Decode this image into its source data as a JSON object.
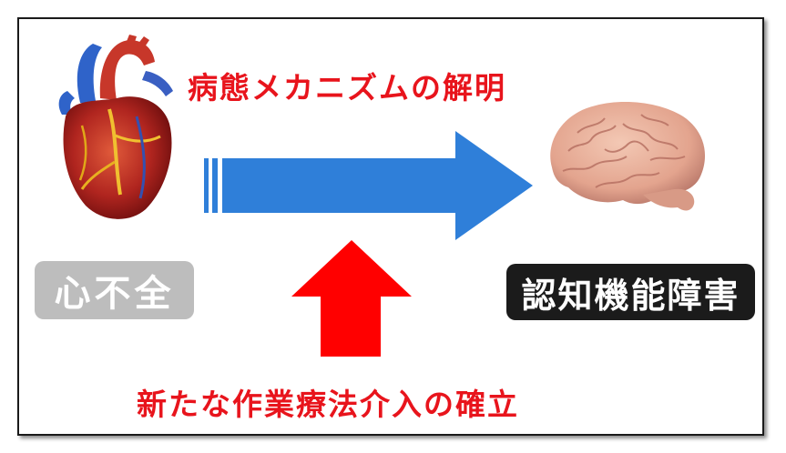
{
  "diagram": {
    "mechanism_text": "病態メカニズムの解明",
    "intervention_text": "新たな作業療法介入の確立",
    "source_label": "心不全",
    "target_label": "認知機能障害",
    "colors": {
      "heading_red": "#e8141c",
      "blue_arrow": "#2f7fd9",
      "red_arrow": "#ff0000",
      "source_box": "#bdbdbd",
      "target_box": "#1b1b1b"
    },
    "icons": [
      "heart-icon",
      "brain-icon"
    ]
  }
}
